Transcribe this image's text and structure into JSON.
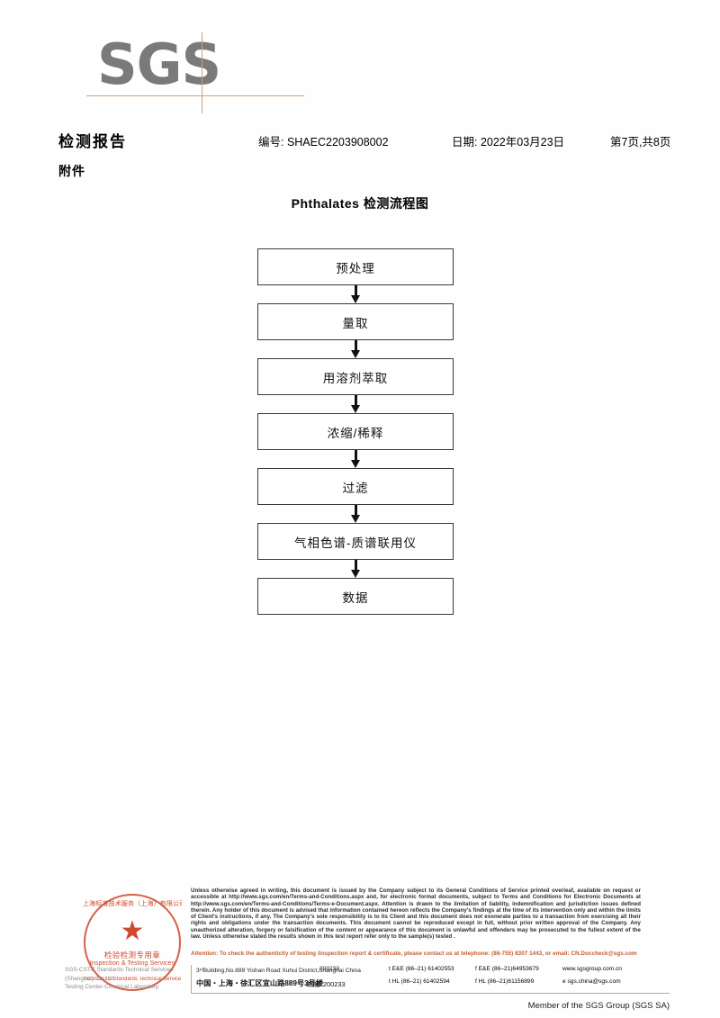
{
  "header": {
    "logo_text": "SGS",
    "title": "检测报告",
    "report_no": "编号: SHAEC2203908002",
    "date": "日期: 2022年03月23日",
    "page": "第7页,共8页",
    "attachment": "附件"
  },
  "flowchart": {
    "title": "Phthalates 检测流程图",
    "steps": [
      {
        "label": "预处理"
      },
      {
        "label": "量取"
      },
      {
        "label": "用溶剂萃取"
      },
      {
        "label": "浓缩/稀释"
      },
      {
        "label": "过滤"
      },
      {
        "label": "气相色谱-质谱联用仪"
      },
      {
        "label": "数据"
      }
    ]
  },
  "footer": {
    "stamp": {
      "arc_top": "上海标准技术服务（上海）有限公司",
      "star": "★",
      "cn_label": "检验检测专用章",
      "en_label": "Inspection & Testing Services",
      "arc_bottom": "SGS-CSTC Standards Technical Services",
      "color": "#cf4a2e"
    },
    "company_lines": [
      "SGS-CSTC Standards Technical Services (Shanghai) Co.,Ltd.",
      "Testing Center-Chemical Laboratory."
    ],
    "legal_text": "Unless otherwise agreed in writing, this document is issued by the Company subject to its General Conditions of Service printed overleaf, available on request or accessible at http://www.sgs.com/en/Terms-and-Conditions.aspx and, for electronic format documents, subject to Terms and Conditions for Electronic Documents at http://www.sgs.com/en/Terms-and-Conditions/Terms-e-Document.aspx. Attention is drawn to the limitation of liability, indemnification and jurisdiction issues defined therein. Any holder of this document is advised that information contained hereon reflects the Company's findings at the time of its intervention only and within the limits of Client's instructions, if any. The Company's sole responsibility is to its Client and this document does not exonerate parties to a transaction from exercising all their rights and obligations under the transaction documents. This document cannot be reproduced except in full, without prior written approval of the Company. Any unauthorized alteration, forgery or falsification of the content or appearance of this document is unlawful and offenders may be prosecuted to the fullest extent of the law. Unless otherwise stated the results shown in this test report refer only to the sample(s) tested .",
    "attention_text": "Attention: To check the authenticity of testing /inspection report & certificate, please contact us at telephone: (86-755) 8307 1443, or email: CN.Doccheck@sgs.com",
    "address_en": "3ʳᵈBuilding,No.889 Yishan Road Xuhui District,Shanghai China",
    "address_cn": "中国・上海・徐汇区宜山路889号3号楼",
    "zip_en": "200233",
    "zip_cn": "邮编: 200233",
    "tel_ee": "t E&E (86–21) 61402553",
    "tel_hl": "t HL (86–21) 61402594",
    "fax_ee": "f E&E (86–21)64953679",
    "fax_hl": "f HL (86–21)61156899",
    "website": "www.sgsgroup.com.cn",
    "email": "e  sgs.china@sgs.com",
    "member": "Member of the SGS Group (SGS SA)",
    "accent_color": "#c9a37c"
  }
}
